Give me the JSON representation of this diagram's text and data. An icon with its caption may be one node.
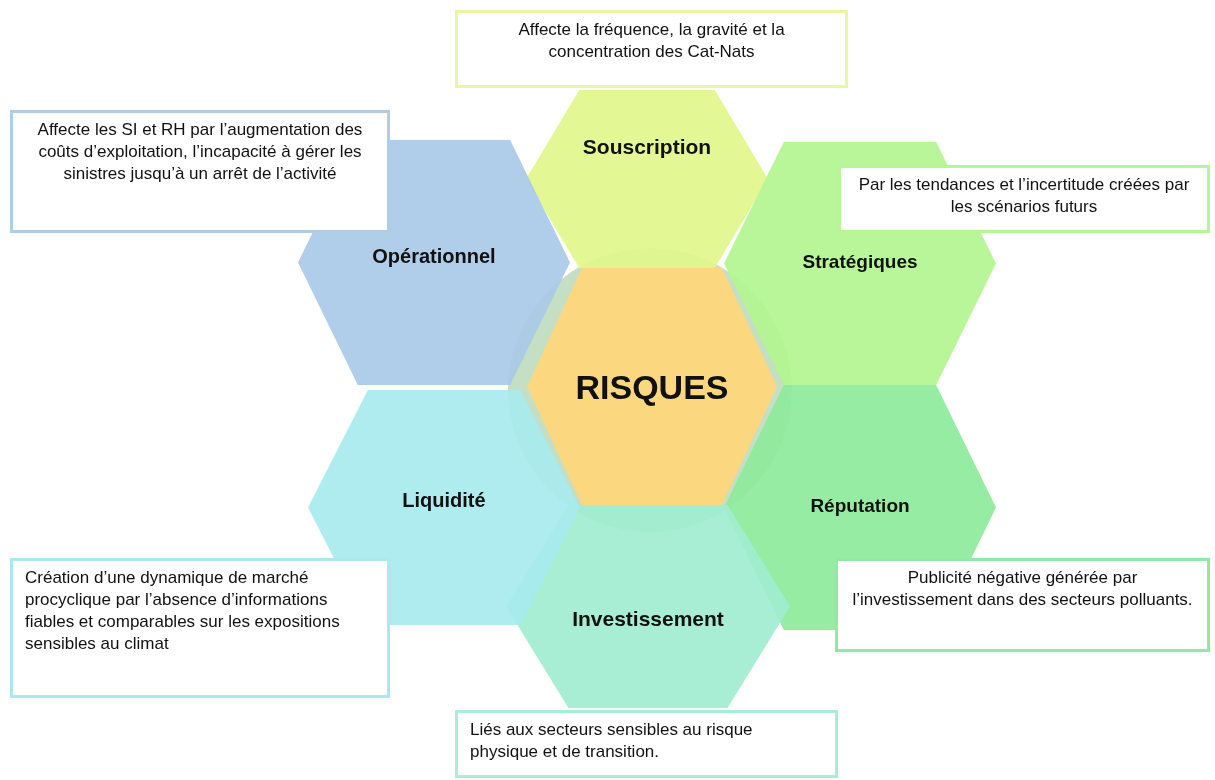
{
  "diagram": {
    "nodes": [
      {
        "text": [
          "RISQUES"
        ]
      },
      {
        "text": [
          "Souscription"
        ]
      },
      {
        "text": [
          "Stratégiques"
        ]
      },
      {
        "text": [
          "Réputation"
        ]
      },
      {
        "text": [
          "Investissement"
        ]
      },
      {
        "text": [
          "Liquidité"
        ]
      },
      {
        "text": [
          "Opérationnel"
        ]
      },
      {
        "text": [
          "Affecte la fréquence, la gravité et la concentration des Cat-Nats"
        ]
      },
      {
        "text": [
          "Par les tendances et l’incertitude créées par les scénarios futurs"
        ]
      },
      {
        "text": [
          "Publicité négative générée par l’investissement dans des secteurs polluants."
        ]
      },
      {
        "text": [
          "Liés aux secteurs sensibles au risque physique et de transition."
        ]
      },
      {
        "text": [
          "Création d’une dynamique de marché procyclique par l’absence d’informations fiables et comparables sur les expositions sensibles au climat"
        ]
      },
      {
        "text": [
          "Affecte les SI et RH par l’augmentation des coûts d’exploitation, l’incapacité à gérer les sinistres jusqu’à un arrêt de l’activité"
        ]
      }
    ]
  }
}
